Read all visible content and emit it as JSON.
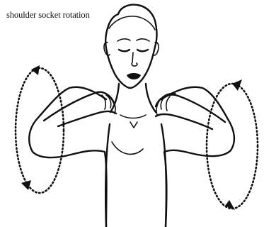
{
  "caption": "shoulder socket rotation",
  "illustration": {
    "subject": "person-with-fingertips-on-shoulders",
    "left_arrow": "circular-rotation-arrow",
    "right_arrow": "circular-rotation-arrow",
    "line_color": "#111111",
    "background_color": "#ffffff"
  }
}
